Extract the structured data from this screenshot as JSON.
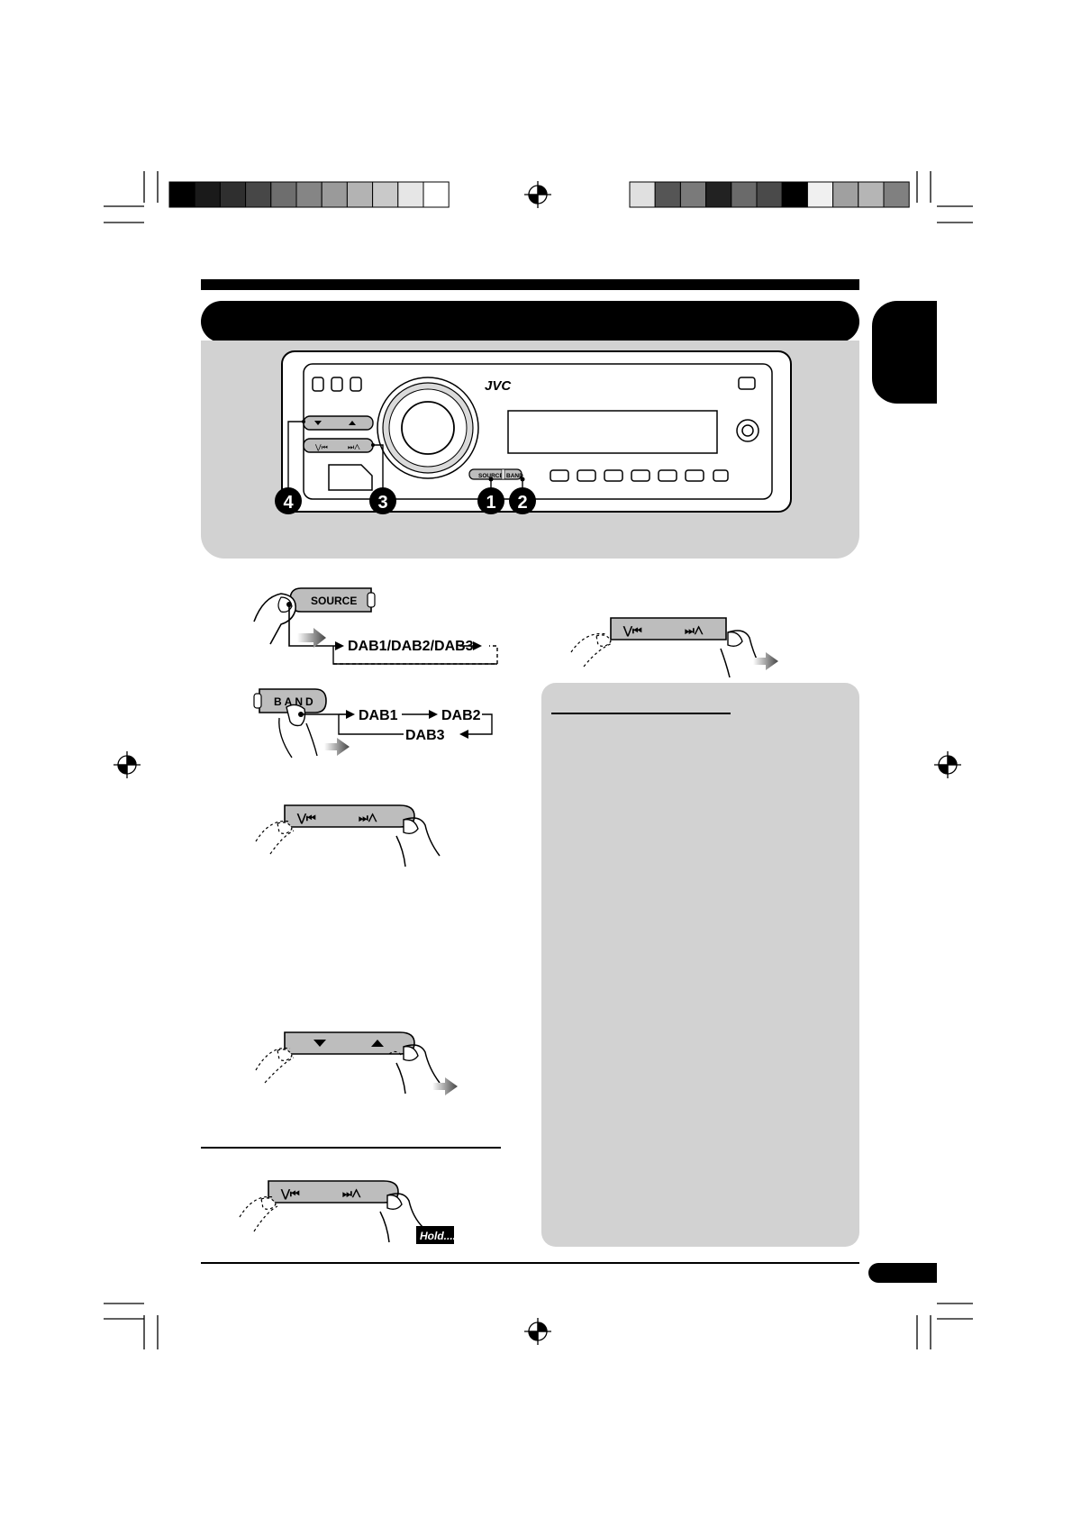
{
  "colors": {
    "ink": "#000000",
    "panel_gray": "#d2d2d2",
    "button_gray": "#bdbdbd"
  },
  "registration_bars": {
    "left": [
      "#000000",
      "#1a1a1a",
      "#2f2f2f",
      "#474747",
      "#6e6e6e",
      "#858585",
      "#9a9a9a",
      "#b3b3b3",
      "#c9c9c9",
      "#e6e6e6",
      "#ffffff"
    ],
    "right": [
      "#e0e0e0",
      "#555555",
      "#7a7a7a",
      "#222222",
      "#6a6a6a",
      "#4a4a4a",
      "#000000",
      "#f0f0f0",
      "#a0a0a0",
      "#b5b5b5",
      "#808080"
    ]
  },
  "unit": {
    "brand": "JVC",
    "source_label": "SOURCE",
    "band_label": "BAND",
    "callouts": [
      "4",
      "3",
      "1",
      "2"
    ]
  },
  "steps": {
    "source_button": "SOURCE",
    "source_cycle": "DAB1/DAB2/DAB3",
    "band_button": "BAND",
    "band_cycle": [
      "DAB1",
      "DAB2",
      "DAB3"
    ],
    "hold_label": "Hold...."
  }
}
